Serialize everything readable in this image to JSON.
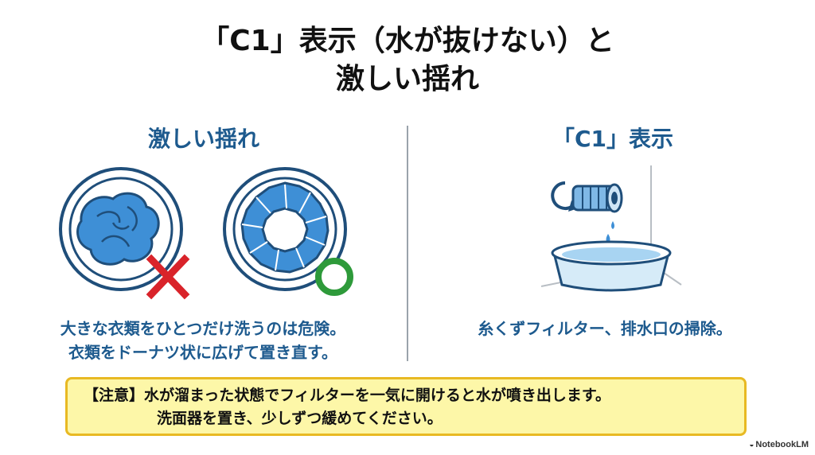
{
  "title": {
    "line1": "「C1」表示（水が抜けない）と",
    "line2": "激しい揺れ"
  },
  "left": {
    "heading": "激しい揺れ",
    "caption_line1": "大きな衣類をひとつだけ洗うのは危険。",
    "caption_line2": "衣類をドーナツ状に広げて置き直す。",
    "bad_mark_icon": "red-x-icon",
    "good_mark_icon": "green-circle-icon"
  },
  "right": {
    "heading": "「C1」表示",
    "caption": "糸くずフィルター、排水口の掃除。"
  },
  "notice": {
    "line1": "【注意】水が溜まった状態でフィルターを一気に開けると水が噴き出します。",
    "line2": "洗面器を置き、少しずつ緩めてください。"
  },
  "brand": {
    "label": "NotebookLM"
  },
  "colors": {
    "heading_blue": "#1d5a8e",
    "drum_blue": "#1f4e7a",
    "cloth_blue": "#3e8fd6",
    "x_red": "#d9232a",
    "o_green": "#2e9a3a",
    "notice_bg": "#fdf7a8",
    "notice_border": "#e8b923"
  }
}
